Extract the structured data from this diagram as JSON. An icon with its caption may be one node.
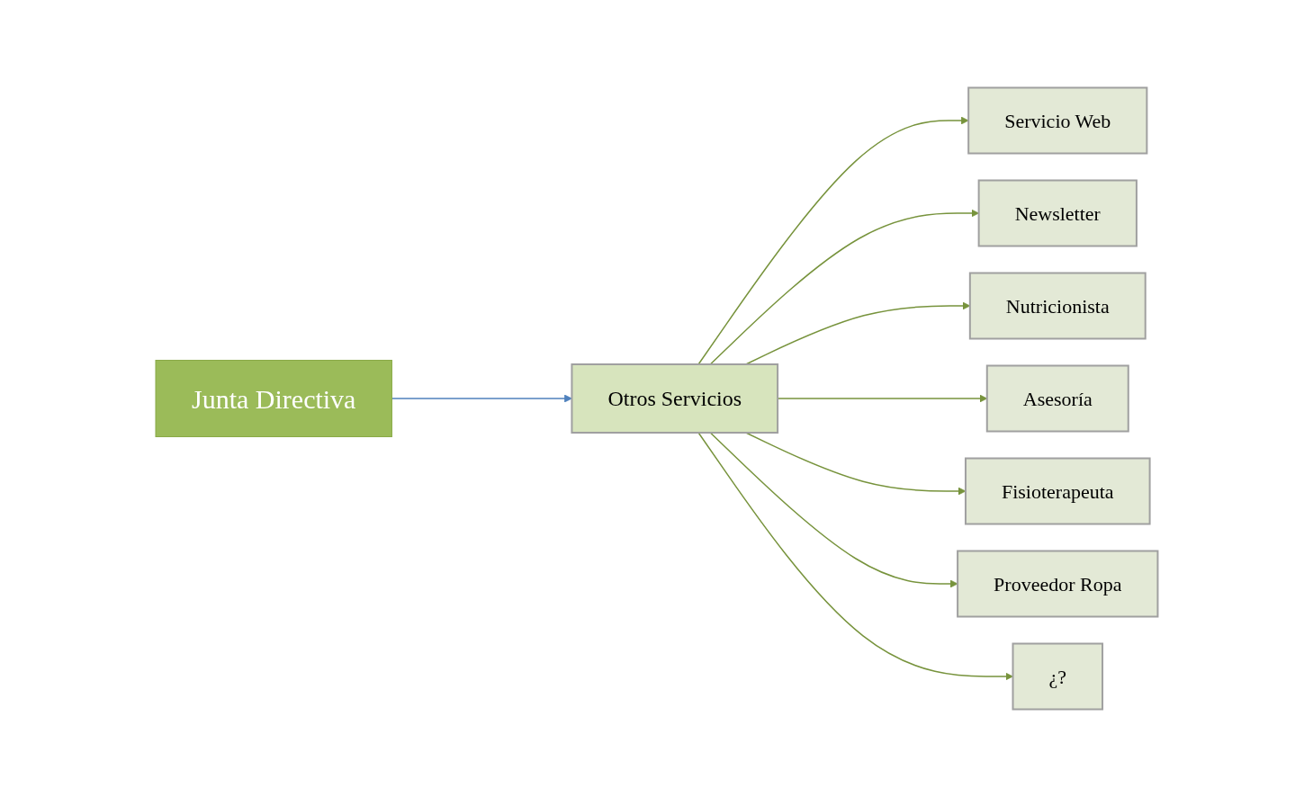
{
  "diagram": {
    "nodes": [
      {
        "text": [
          "Junta Directiva"
        ]
      },
      {
        "text": [
          "Otros Servicios"
        ]
      },
      {
        "text": [
          "Servicio Web"
        ]
      },
      {
        "text": [
          "Newsletter"
        ]
      },
      {
        "text": [
          "Nutricionista"
        ]
      },
      {
        "text": [
          "Asesoría"
        ]
      },
      {
        "text": [
          "Fisioterapeuta"
        ]
      },
      {
        "text": [
          "Proveedor Ropa"
        ]
      },
      {
        "text": [
          "¿?"
        ]
      }
    ],
    "edges": [
      {
        "from": 0,
        "to": 1,
        "arrow": "to",
        "color": "#4f81bd"
      },
      {
        "from": 1,
        "to": 2,
        "arrow": "to"
      },
      {
        "from": 1,
        "to": 3,
        "arrow": "to"
      },
      {
        "from": 1,
        "to": 4,
        "arrow": "to"
      },
      {
        "from": 1,
        "to": 5,
        "arrow": "to"
      },
      {
        "from": 1,
        "to": 6,
        "arrow": "to"
      },
      {
        "from": 1,
        "to": 7,
        "arrow": "to"
      },
      {
        "from": 1,
        "to": 8,
        "arrow": "to"
      }
    ]
  }
}
